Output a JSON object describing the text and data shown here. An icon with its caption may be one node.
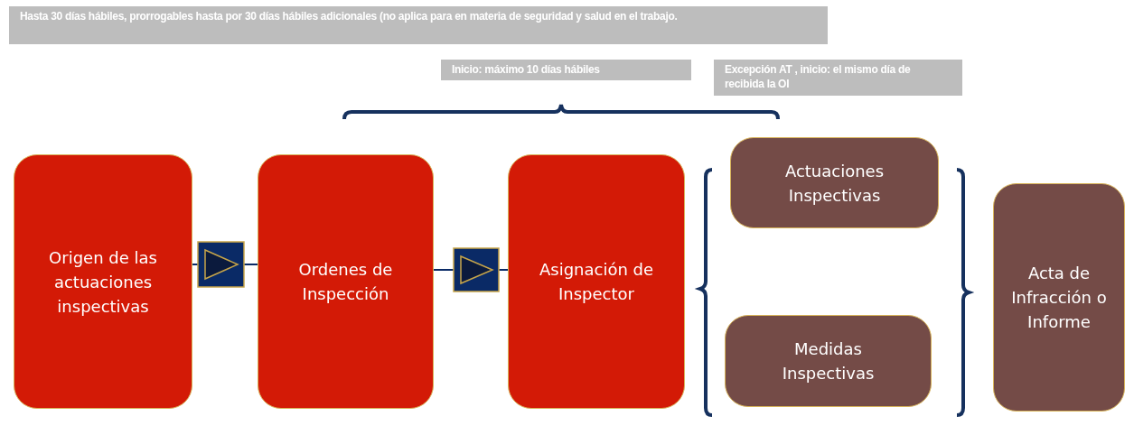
{
  "diagram": {
    "nodes": [
      {
        "text": [
          "Origen de las actuaciones inspectivas"
        ]
      },
      {
        "text": [
          "Ordenes de Inspección"
        ]
      },
      {
        "text": [
          "Asignación de Inspector"
        ]
      },
      {
        "text": [
          "Actuaciones Inspectivas"
        ]
      },
      {
        "text": [
          "Medidas Inspectivas"
        ]
      },
      {
        "text": [
          "Acta de Infracción o Informe"
        ]
      }
    ],
    "edges": [
      {
        "from": 0,
        "to": 1,
        "arrow": "to"
      },
      {
        "from": 1,
        "to": 2,
        "arrow": "to"
      }
    ],
    "labels": [
      "Hasta 30 días hábiles, prorrogables hasta por 30 días hábiles adicionales (no aplica para en materia de seguridad y salud en el trabajo.",
      "Inicio: máximo 10 días hábiles",
      "Excepción AT , inicio: el mismo día de recibida la OI"
    ]
  }
}
